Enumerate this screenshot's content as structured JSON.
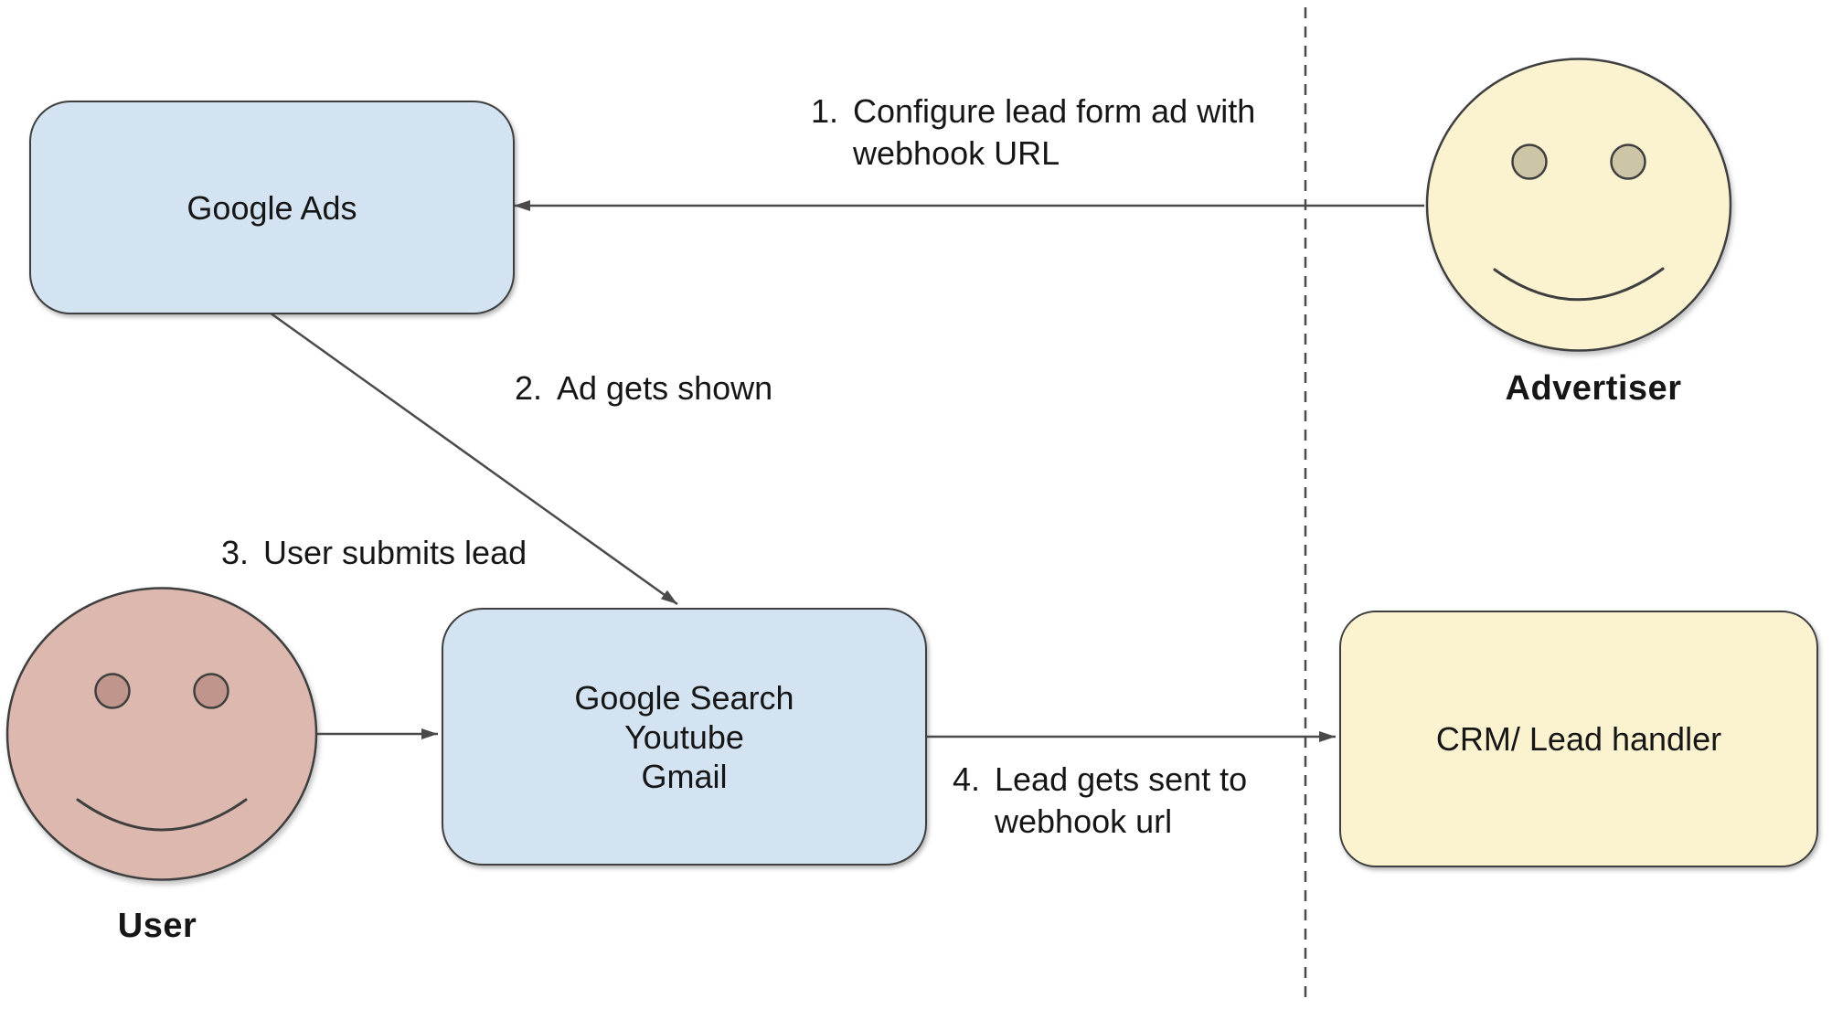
{
  "nodes": {
    "google_ads": {
      "label": "Google Ads"
    },
    "google_properties": {
      "lines": [
        "Google Search",
        "Youtube",
        "Gmail"
      ]
    },
    "crm": {
      "label": "CRM/ Lead handler"
    }
  },
  "actors": {
    "advertiser": {
      "label": "Advertiser"
    },
    "user": {
      "label": "User"
    }
  },
  "annotations": {
    "step1": {
      "num": "1.",
      "lines": [
        "Configure lead form ad with",
        "webhook URL"
      ]
    },
    "step2": {
      "num": "2.",
      "lines": [
        "Ad gets shown"
      ]
    },
    "step3": {
      "num": "3.",
      "lines": [
        "User submits lead"
      ]
    },
    "step4": {
      "num": "4.",
      "lines": [
        "Lead gets sent to",
        "webhook url"
      ]
    }
  },
  "colors": {
    "blue_fill": "#d3e3f1",
    "yellow_fill": "#fbf2d0",
    "pink_fill": "#ddb8ae",
    "pink_eye": "#c0968c",
    "yellow_eye": "#cdc6a6",
    "shape_stroke": "#3f3f3f",
    "arrow_stroke": "#4a4a4a",
    "text_color": "#161616"
  }
}
